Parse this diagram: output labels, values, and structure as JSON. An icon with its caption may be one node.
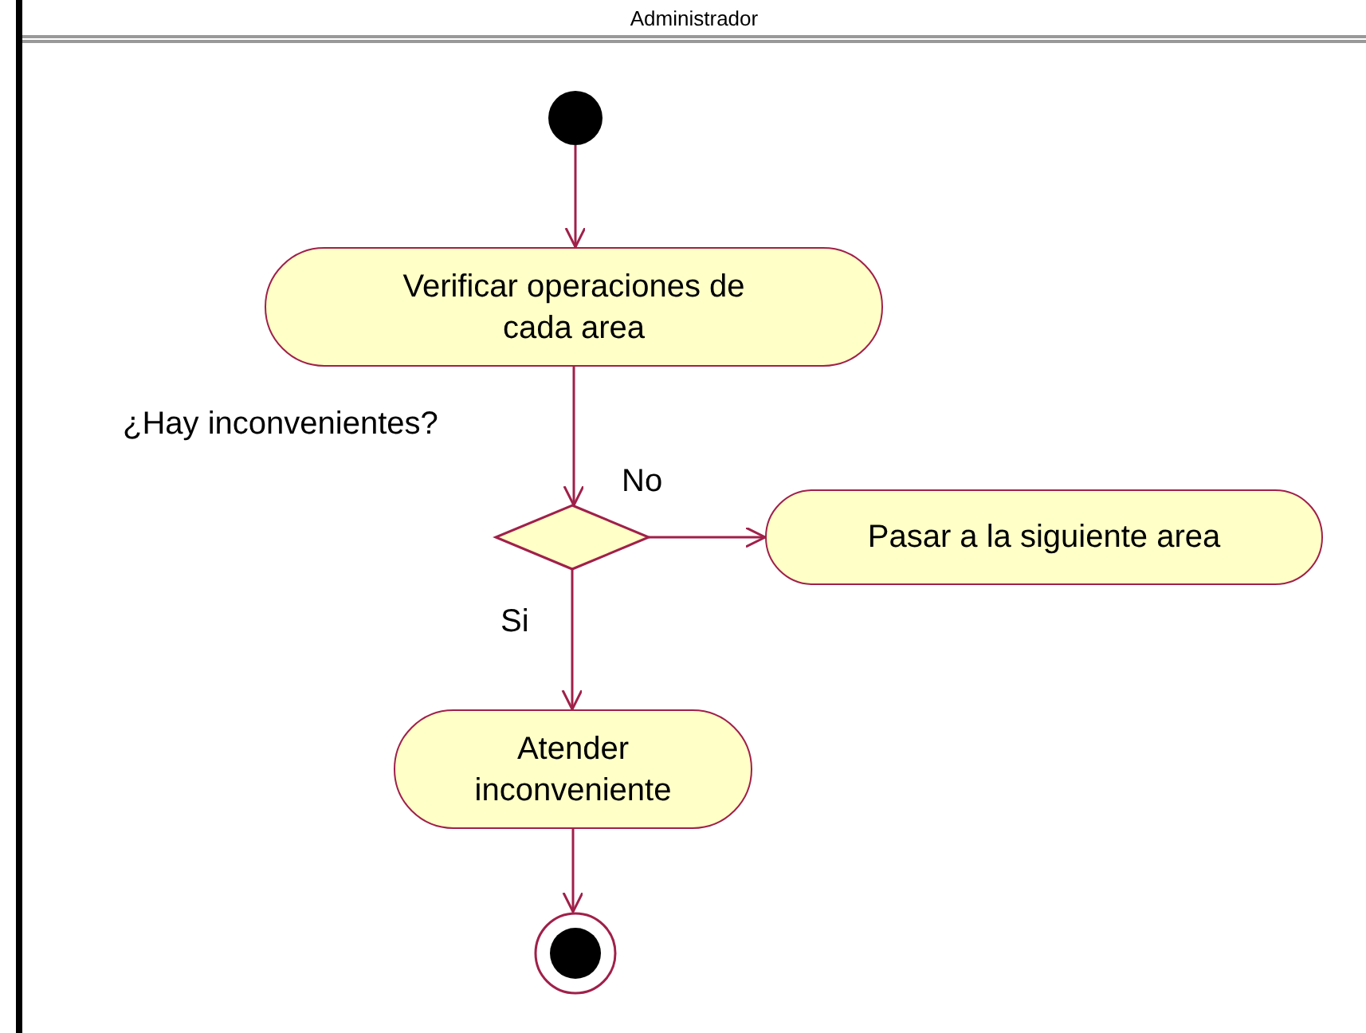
{
  "diagram": {
    "nodes": [
      {
        "text": [
          "Administrador"
        ]
      },
      {
        "text": [],
        "shape": "circle",
        "in": 0
      },
      {
        "text": [
          "Verificar operaciones de cada area"
        ],
        "in": 0
      },
      {
        "text": [],
        "shape": "diamond",
        "in": 0
      },
      {
        "text": [
          "Pasar a la siguiente area"
        ],
        "in": 0
      },
      {
        "text": [
          "Atender inconveniente"
        ],
        "in": 0
      },
      {
        "text": [],
        "shape": "circle",
        "in": 0
      }
    ],
    "edges": [
      {
        "from": 1,
        "to": 2,
        "arrow": "to"
      },
      {
        "from": 2,
        "to": 3,
        "arrow": "to"
      },
      {
        "from": 3,
        "to": 4,
        "arrow": "to",
        "label": "No"
      },
      {
        "from": 3,
        "to": 5,
        "arrow": "to",
        "label": "Si"
      },
      {
        "from": 5,
        "to": 6,
        "arrow": "to"
      }
    ],
    "labels": [
      "¿Hay inconvenientes?"
    ]
  }
}
